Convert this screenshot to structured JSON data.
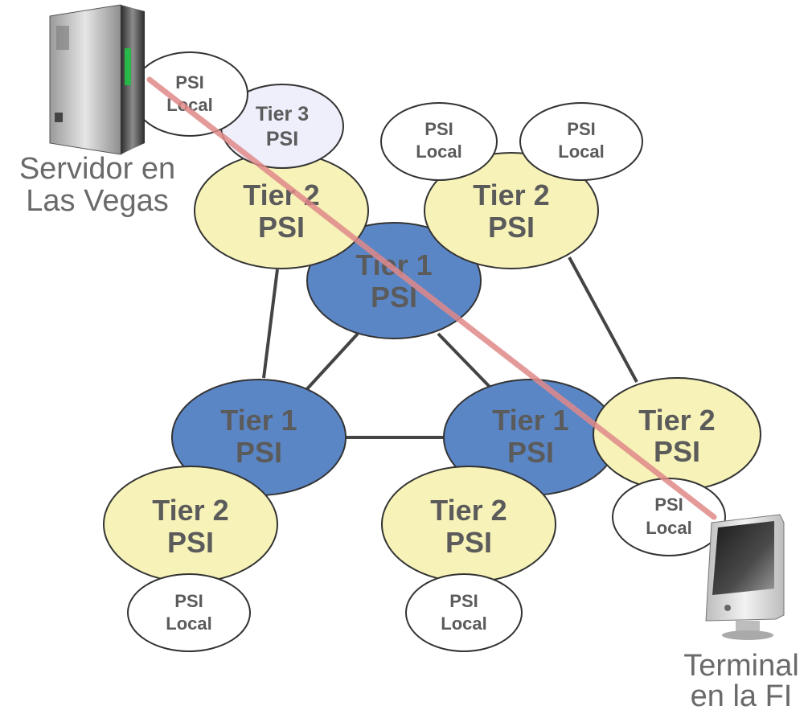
{
  "colors": {
    "tier1": "#5b86c6",
    "tier2": "#f7f3b8",
    "tier3": "#eeeffa",
    "local": "#ffffff",
    "edge": "#444444",
    "route": "#e08888"
  },
  "labels": {
    "tier": "Tier",
    "psi": "PSI",
    "local": "Local",
    "server_caption_line1": "Servidor en",
    "server_caption_line2": "Las Vegas",
    "terminal_caption_line1": "Terminal",
    "terminal_caption_line2": "en la FI"
  },
  "icons": {
    "server": "server-tower-icon",
    "terminal": "desktop-computer-icon"
  }
}
